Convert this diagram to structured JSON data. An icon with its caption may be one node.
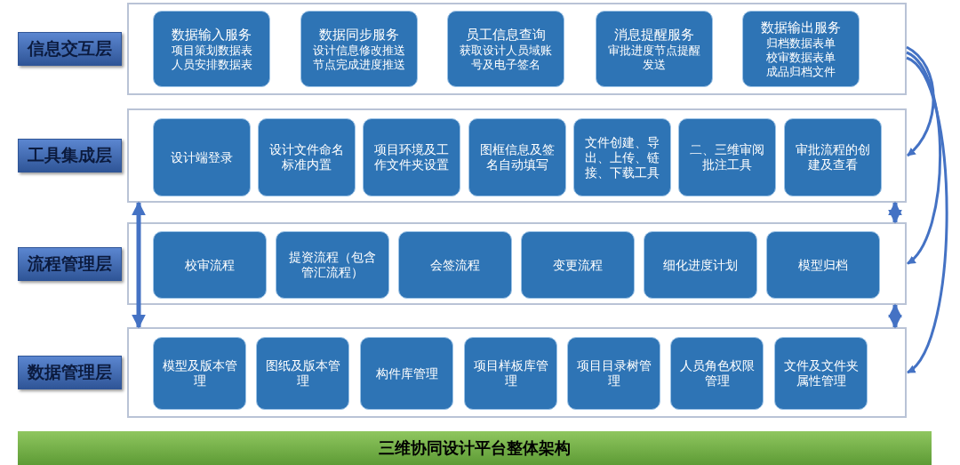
{
  "diagram": {
    "nodes": [
      {
        "text": [
          "信息交互层"
        ]
      },
      {
        "text": [],
        "shape": "box"
      },
      {
        "text": [
          "数据输入服务",
          "项目策划数据表",
          "人员安排数据表"
        ],
        "in": 1
      },
      {
        "text": [
          "数据同步服务",
          "设计信息修改推送",
          "节点完成进度推送"
        ],
        "in": 1
      },
      {
        "text": [
          "员工信息查询",
          "获取设计人员域账号及电子签名"
        ],
        "in": 1
      },
      {
        "text": [
          "消息提醒服务",
          "审批进度节点提醒发送"
        ],
        "in": 1
      },
      {
        "text": [
          "数据输出服务",
          "归档数据表单",
          "校审数据表单",
          "成品归档文件"
        ],
        "in": 1
      },
      {
        "text": [
          "工具集成层"
        ]
      },
      {
        "text": [],
        "shape": "box"
      },
      {
        "text": [
          "设计端登录"
        ],
        "in": 8
      },
      {
        "text": [
          "设计文件命名标准内置"
        ],
        "in": 8
      },
      {
        "text": [
          "项目环境及工作文件夹设置"
        ],
        "in": 8
      },
      {
        "text": [
          "图框信息及签名自动填写"
        ],
        "in": 8
      },
      {
        "text": [
          "文件创建、导出、上传、链接、下载工具"
        ],
        "in": 8
      },
      {
        "text": [
          "二、三维审阅批注工具"
        ],
        "in": 8
      },
      {
        "text": [
          "审批流程的创建及查看"
        ],
        "in": 8
      },
      {
        "text": [
          "流程管理层"
        ]
      },
      {
        "text": [],
        "shape": "box"
      },
      {
        "text": [
          "校审流程"
        ],
        "in": 17
      },
      {
        "text": [
          "提资流程（包含管汇流程）"
        ],
        "in": 17
      },
      {
        "text": [
          "会签流程"
        ],
        "in": 17
      },
      {
        "text": [
          "变更流程"
        ],
        "in": 17
      },
      {
        "text": [
          "细化进度计划"
        ],
        "in": 17
      },
      {
        "text": [
          "模型归档"
        ],
        "in": 17
      },
      {
        "text": [
          "数据管理层"
        ]
      },
      {
        "text": [],
        "shape": "box"
      },
      {
        "text": [
          "模型及版本管理"
        ],
        "in": 25
      },
      {
        "text": [
          "图纸及版本管理"
        ],
        "in": 25
      },
      {
        "text": [
          "构件库管理"
        ],
        "in": 25
      },
      {
        "text": [
          "项目样板库管理"
        ],
        "in": 25
      },
      {
        "text": [
          "项目目录树管理"
        ],
        "in": 25
      },
      {
        "text": [
          "人员角色权限管理"
        ],
        "in": 25
      },
      {
        "text": [
          "文件及文件夹属性管理"
        ],
        "in": 25
      },
      {
        "text": [
          "三维协同设计平台整体架构"
        ]
      }
    ],
    "edges": [
      {
        "from": 1,
        "to": 8,
        "arrow": "to"
      },
      {
        "from": 1,
        "to": 17,
        "arrow": "to"
      },
      {
        "from": 1,
        "to": 25,
        "arrow": "to"
      },
      {
        "from": 8,
        "to": 17,
        "arrow": "both"
      },
      {
        "from": 17,
        "to": 25,
        "arrow": "both"
      },
      {
        "from": 8,
        "to": 25,
        "arrow": "both"
      }
    ]
  }
}
